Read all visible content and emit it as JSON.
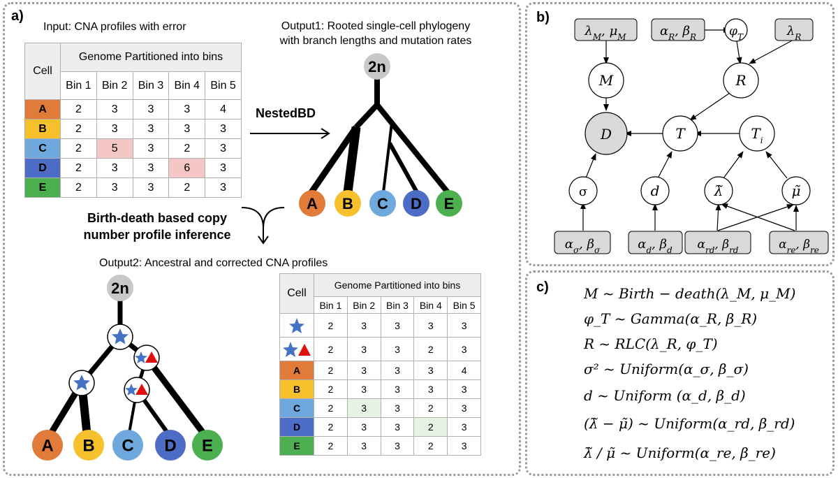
{
  "panel_a": {
    "letter": "a)",
    "input_caption": "Input: CNA profiles with error",
    "output1_caption": [
      "Output1: Rooted single-cell phylogeny",
      "with branch lengths and mutation rates"
    ],
    "output2_caption": "Output2: Ancestral and corrected CNA profiles",
    "method_label": "NestedBD",
    "inference_label": [
      "Birth-death based copy",
      "number profile inference"
    ],
    "root_label": "2n",
    "leaves": [
      "A",
      "B",
      "C",
      "D",
      "E"
    ],
    "table_cell_header": "Cell",
    "table_group_header": "Genome Partitioned into bins",
    "bins": [
      "Bin 1",
      "Bin 2",
      "Bin 3",
      "Bin 4",
      "Bin 5"
    ],
    "input_rows": [
      {
        "cell": "A",
        "values": [
          "2",
          "3",
          "3",
          "3",
          "4"
        ]
      },
      {
        "cell": "B",
        "values": [
          "2",
          "3",
          "3",
          "3",
          "3"
        ]
      },
      {
        "cell": "C",
        "values": [
          "2",
          "5",
          "3",
          "2",
          "3"
        ]
      },
      {
        "cell": "D",
        "values": [
          "2",
          "3",
          "3",
          "6",
          "3"
        ]
      },
      {
        "cell": "E",
        "values": [
          "2",
          "3",
          "3",
          "2",
          "3"
        ]
      }
    ],
    "output_rows": [
      {
        "cell": "star",
        "values": [
          "2",
          "3",
          "3",
          "3",
          "3"
        ]
      },
      {
        "cell": "star-triangle",
        "values": [
          "2",
          "3",
          "3",
          "2",
          "3"
        ]
      },
      {
        "cell": "A",
        "values": [
          "2",
          "3",
          "3",
          "3",
          "4"
        ]
      },
      {
        "cell": "B",
        "values": [
          "2",
          "3",
          "3",
          "3",
          "3"
        ]
      },
      {
        "cell": "C",
        "values": [
          "2",
          "3",
          "3",
          "2",
          "3"
        ]
      },
      {
        "cell": "D",
        "values": [
          "2",
          "3",
          "3",
          "2",
          "3"
        ]
      },
      {
        "cell": "E",
        "values": [
          "2",
          "3",
          "3",
          "2",
          "3"
        ]
      }
    ],
    "icons": [
      "star-icon",
      "triangle-icon"
    ]
  },
  "panel_b": {
    "letter": "b)",
    "nodes": {
      "lambdaM_muM": "λ_M, μ_M",
      "alphaR_betaR": "α_R, β_R",
      "phiT": "φ_T",
      "lambdaR": "λ_R",
      "M": "M",
      "R": "R",
      "D": "D",
      "T": "T",
      "Ti": "T_i",
      "sigma": "σ",
      "d": "d",
      "lambda_tilde": "λ̃",
      "mu_tilde": "μ̃",
      "alpha_sigma": "α_σ, β_σ",
      "alpha_d": "α_d, β_d",
      "alpha_rd": "α_rd, β_rd",
      "alpha_re": "α_re, β_re"
    }
  },
  "panel_c": {
    "letter": "c)",
    "equations": [
      "M ~ Birth − death(λ_M, μ_M)",
      "φ_T ~ Gamma(α_R, β_R)",
      "R ~ RLC(λ_R, φ_T)",
      "σ² ~ Uniform(α_σ, β_σ)",
      "d ~ Uniform (α_d, β_d)",
      "(λ̃ − μ̃) ~ Uniform(α_rd, β_rd)",
      "λ̃ / μ̃ ~ Uniform(α_re, β_re)"
    ]
  },
  "colors": {
    "A": "#e07b39",
    "B": "#f6c12d",
    "C": "#6fa8dc",
    "D": "#4c6cc6",
    "E": "#4caf50",
    "root": "#c8c8c8",
    "star": "#4472c4",
    "triangle": "#e01010",
    "highlight_error": "#f4c6c6",
    "highlight_corrected": "#e6f3e3",
    "observed_node": "#d9d9d9"
  }
}
